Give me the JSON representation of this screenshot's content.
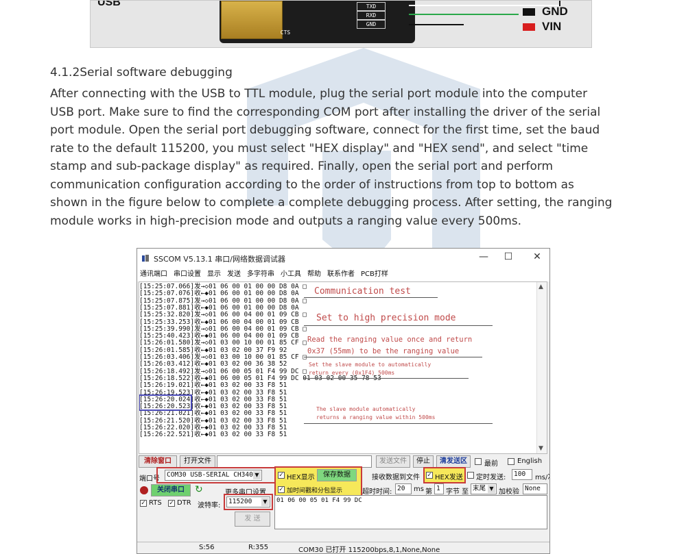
{
  "top_figure": {
    "usb_label": "USB",
    "pin_tags": [
      "TXD",
      "RXD",
      "GND"
    ],
    "cts_label": "CTS",
    "legend": [
      {
        "label": "GND",
        "color": "#111111"
      },
      {
        "label": "VIN",
        "color": "#d81e1e"
      }
    ]
  },
  "section": {
    "heading": "4.1.2Serial software debugging",
    "paragraph_lines": [
      "After connecting with the USB to TTL module, plug the serial port module into the computer",
      "USB port. Make sure to find the corresponding COM port after installing the driver of the serial",
      "port module. Open the serial port debugging software, connect for the first time, set the baud",
      "rate to the default 115200, you must select \"HEX display\" and \"HEX send\", and select \"time",
      "stamp and sub-package display\" as required. Finally, open the serial port and perform",
      "communication configuration according to the order of instructions from top to bottom as",
      "shown in the figure below to complete a complete debugging process. After setting, the ranging",
      "module works in high-precision mode and outputs a ranging value every 500ms."
    ]
  },
  "sscom": {
    "title": "SSCOM V5.13.1 串口/网络数据调试器",
    "window_buttons": [
      "—",
      "☐",
      "✕"
    ],
    "menu": [
      "通讯端口",
      "串口设置",
      "显示",
      "发送",
      "多字符串",
      "小工具",
      "帮助",
      "联系作者",
      "PCB打样"
    ],
    "log_lines": [
      "[15:25:07.066]发→◇01 06 00 01 00 00 D8 0A □",
      "[15:25:07.076]收←◆01 06 00 01 00 00 D8 0A",
      "[15:25:07.875]发→◇01 06 00 01 00 00 D8 0A □",
      "[15:25:07.881]收←◆01 06 00 01 00 00 D8 0A",
      "[15:25:32.820]发→◇01 06 00 04 00 01 09 CB □",
      "[15:25:33.253]收←◆01 06 00 04 00 01 09 CB",
      "[15:25:39.990]发→◇01 06 00 04 00 01 09 CB □",
      "[15:25:40.423]收←◆01 06 00 04 00 01 09 CB",
      "[15:26:01.580]发→◇01 03 00 10 00 01 85 CF □",
      "[15:26:01.585]收←◆01 03 02 00 37 F9 92",
      "[15:26:03.406]发→◇01 03 00 10 00 01 85 CF □",
      "[15:26:03.412]收←◆01 03 02 00 36 38 52",
      "[15:26:18.492]发→◇01 06 00 05 01 F4 99 DC □",
      "[15:26:18.522]收←◆01 06 00 05 01 F4 99 DC 01 03 02 00 35 78 53",
      "[15:26:19.021]收←◆01 03 02 00 33 F8 51",
      "[15:26:19.523]收←◆01 03 02 00 33 F8 51",
      "[15:26:20.024]收←◆01 03 02 00 33 F8 51",
      "[15:26:20.523]收←◆01 03 02 00 33 F8 51",
      "[15:26:21.021]收←◆01 03 02 00 33 F8 51",
      "[15:26:21.520]收←◆01 03 02 00 33 F8 51",
      "[15:26:22.020]收←◆01 03 02 00 33 F8 51",
      "[15:26:22.521]收←◆01 03 02 00 33 F8 51"
    ],
    "notes": {
      "comm_test": "Communication test",
      "high_precision": "Set to high precision mode",
      "read_value_1": "Read the ranging value once and return",
      "read_value_2": "0x37 (55mm) to be the ranging value",
      "auto_return_1": "Set the slave module to automatically",
      "auto_return_2": "return every (0x1F4) 500ms",
      "within_1": "The slave module automatically",
      "within_2": "returns a ranging value within 500ms"
    },
    "controls": {
      "clear_window": "清除窗口",
      "open_file": "打开文件",
      "send_file": "发送文件",
      "stop": "停止",
      "clear_send": "清发送区",
      "latest": "最前",
      "english": "English",
      "port_label": "端口号",
      "port_value": "COM30 USB-SERIAL CH340",
      "hex_display": "HEX显示",
      "save_data": "保存数据",
      "recv_to_file": "接收数据到文件",
      "hex_send": "HEX发送",
      "timed_send": "定时发送:",
      "timed_value": "100",
      "timed_unit": "ms/次",
      "close_port": "关闭串口",
      "more_settings": "更多串口设置",
      "timestamp": "加时间戳和分包显示",
      "timeout_label": "超时时间:",
      "timeout_value": "20",
      "timeout_unit": "ms",
      "nth_label": "第",
      "nth_value": "1",
      "byte_label": "字节 至",
      "end_value": "末尾",
      "checksum_label": "加校验",
      "checksum_value": "None",
      "rts": "RTS",
      "dtr": "DTR",
      "baud_label": "波特率:",
      "baud_value": "115200",
      "send_input": "01 06 00 05 01 F4 99 DC",
      "send_button": "发 送"
    },
    "status": {
      "sent": "S:56",
      "received": "R:355",
      "port_state": "COM30 已打开  115200bps,8,1,None,None"
    }
  }
}
